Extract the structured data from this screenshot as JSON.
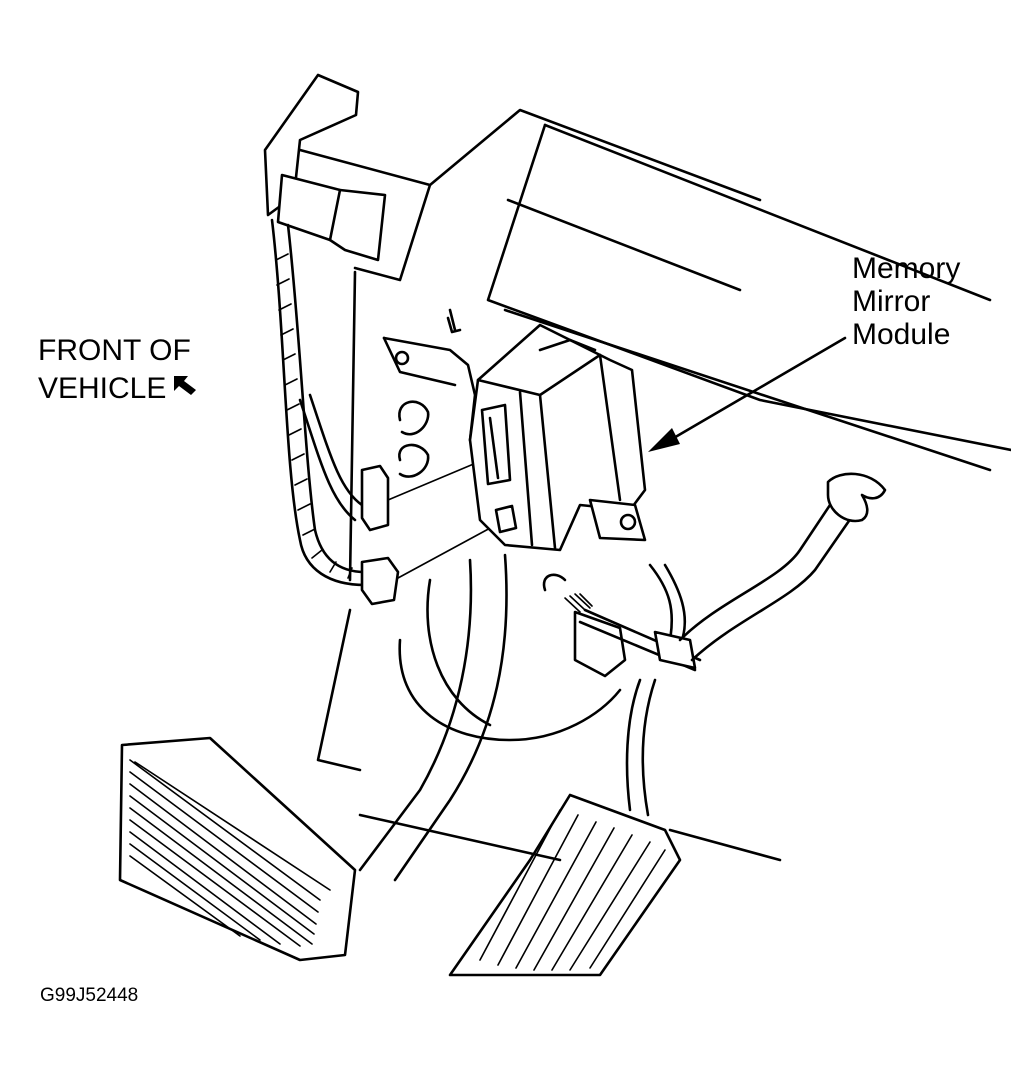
{
  "labels": {
    "front_line1": "FRONT OF",
    "front_line2": "VEHICLE",
    "module_line1": "Memory",
    "module_line2": "Mirror",
    "module_line3": "Module",
    "figure_id": "G99J52448"
  },
  "icons": {
    "front_arrow": "arrow-up-left-icon"
  },
  "colors": {
    "ink": "#000000",
    "paper": "#ffffff"
  }
}
